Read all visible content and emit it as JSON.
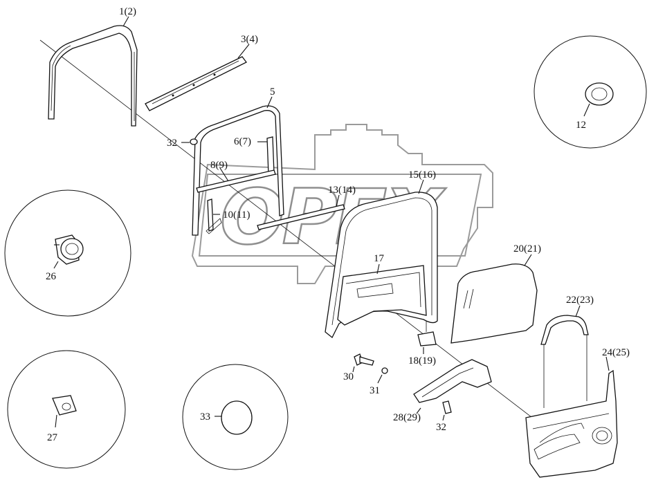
{
  "watermark": {
    "text": "OPEX"
  },
  "labels": {
    "l1": "1(2)",
    "l3": "3(4)",
    "l5": "5",
    "l32a": "32",
    "l6": "6(7)",
    "l8": "8(9)",
    "l10": "10(11)",
    "l13": "13(14)",
    "l15": "15(16)",
    "l12": "12",
    "l26": "26",
    "l17": "17",
    "l20": "20(21)",
    "l22": "22(23)",
    "l18": "18(19)",
    "l24": "24(25)",
    "l30": "30",
    "l31": "31",
    "l28": "28(29)",
    "l32b": "32",
    "l27": "27",
    "l33": "33"
  }
}
